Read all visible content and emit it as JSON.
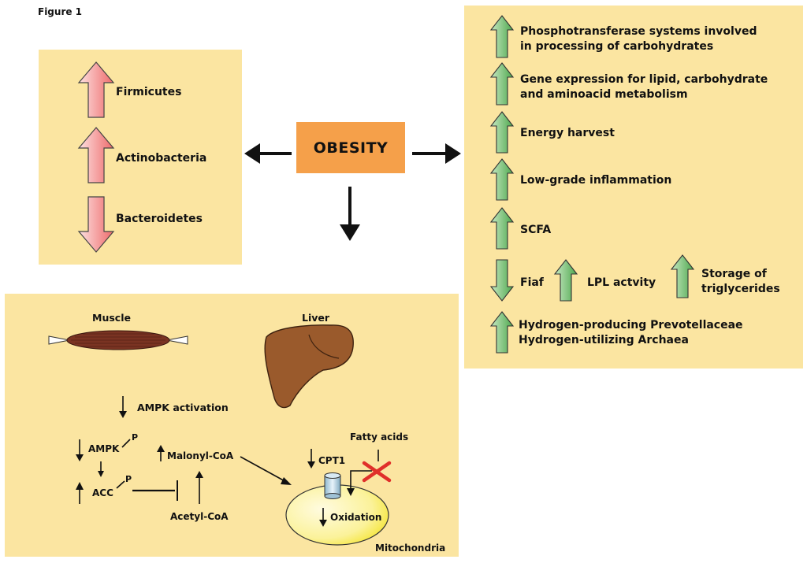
{
  "figure_label": "Figure 1",
  "center": {
    "label": "OBESITY",
    "color": "#f5a04a"
  },
  "left_panel": {
    "items": [
      {
        "label": "Firmicutes",
        "direction": "up"
      },
      {
        "label": "Actinobacteria",
        "direction": "up"
      },
      {
        "label": "Bacteroidetes",
        "direction": "down"
      }
    ]
  },
  "right_panel": {
    "items": [
      {
        "lines": [
          "Phosphotransferase systems involved",
          "in processing of carbohydrates"
        ],
        "direction": "up"
      },
      {
        "lines": [
          "Gene expression for lipid, carbohydrate",
          "and aminoacid metabolism"
        ],
        "direction": "up"
      },
      {
        "lines": [
          "Energy harvest"
        ],
        "direction": "up"
      },
      {
        "lines": [
          "Low-grade inflammation"
        ],
        "direction": "up"
      },
      {
        "lines": [
          "SCFA"
        ],
        "direction": "up"
      }
    ],
    "row": [
      {
        "label": "Fiaf",
        "direction": "down"
      },
      {
        "label": "LPL actvity",
        "direction": "up"
      },
      {
        "lines": [
          "Storage of",
          "triglycerides"
        ],
        "direction": "up"
      }
    ],
    "last": {
      "lines": [
        "Hydrogen-producing Prevotellaceae",
        "Hydrogen-utilizing Archaea"
      ],
      "direction": "up"
    }
  },
  "bottom_panel": {
    "muscle": "Muscle",
    "liver": "Liver",
    "ampk_activation": "AMPK activation",
    "ampk": "AMPK",
    "p1": "P",
    "acc": "ACC",
    "p2": "P",
    "malonyl": "Malonyl-CoA",
    "acetyl": "Acetyl-CoA",
    "cpt1": "CPT1",
    "fatty_acids": "Fatty acids",
    "oxidation": "Oxidation",
    "mitochondria": "Mitochondria"
  },
  "colors": {
    "panel": "#fbe5a1",
    "red_arrow": "#f07a7a",
    "green_arrow": "#6cbf6c",
    "liver": "#9a5a2c",
    "muscle": "#7a3322",
    "cross": "#e0302a"
  }
}
